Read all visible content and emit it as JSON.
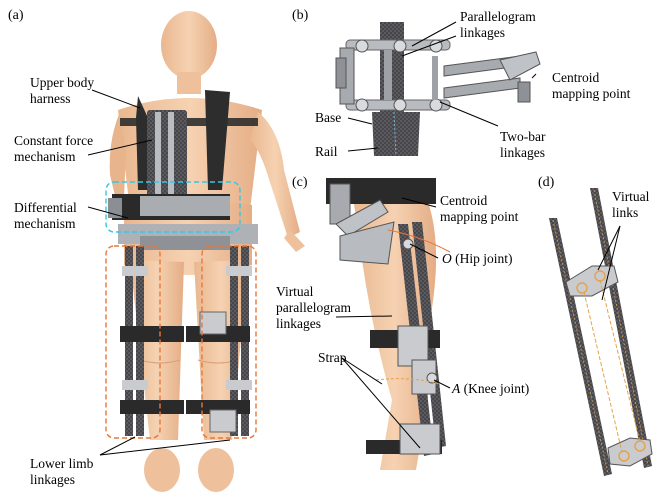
{
  "panels": {
    "a": "(a)",
    "b": "(b)",
    "c": "(c)",
    "d": "(d)"
  },
  "labels_a": {
    "upper_body_l1": "Upper body",
    "upper_body_l2": "harness",
    "cfm_l1": "Constant force",
    "cfm_l2": "mechanism",
    "diff_l1": "Differential",
    "diff_l2": "mechanism",
    "lower_l1": "Lower limb",
    "lower_l2": "linkages"
  },
  "labels_b": {
    "para_l1": "Parallelogram",
    "para_l2": "linkages",
    "centroid_l1": "Centroid",
    "centroid_l2": "mapping point",
    "base": "Base",
    "rail": "Rail",
    "twobar_l1": "Two-bar",
    "twobar_l2": "linkages"
  },
  "labels_c": {
    "centroid_l1": "Centroid",
    "centroid_l2": "mapping point",
    "hip_sym": "O",
    "hip_text": "(Hip joint)",
    "vpl_l1": "Virtual",
    "vpl_l2": "parallelogram",
    "vpl_l3": "linkages",
    "strap": "Strap",
    "knee_sym": "A",
    "knee_text": "(Knee joint)"
  },
  "labels_d": {
    "virtual_l1": "Virtual",
    "virtual_l2": "links"
  },
  "colors": {
    "skin": "#f2c9a5",
    "skin_shade": "#e0ab85",
    "carbon": "#4a4a4e",
    "carbon_dark": "#2a2a2d",
    "metal": "#c9cbcf",
    "strap": "#2b2b2b",
    "orange_dash": "#e8763a",
    "cyan_dash": "#38c6e0",
    "orange_link": "#e6a24a"
  }
}
